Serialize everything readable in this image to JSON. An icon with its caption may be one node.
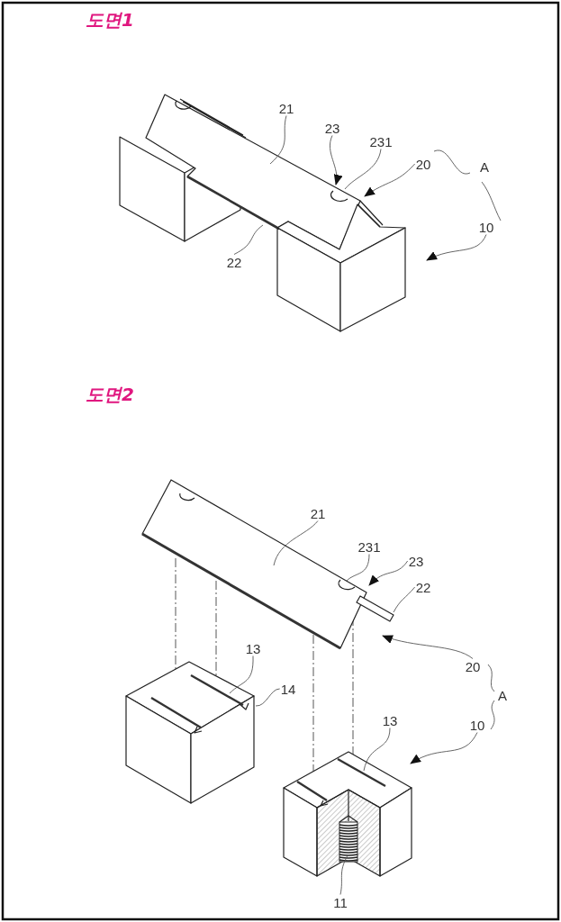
{
  "diagram": {
    "nodes": [
      {
        "text": [
          "21"
        ]
      },
      {
        "text": [
          "23"
        ]
      },
      {
        "text": [
          "231"
        ]
      },
      {
        "text": [
          "20"
        ]
      },
      {
        "text": [
          "10"
        ]
      },
      {
        "text": [
          "22"
        ]
      },
      {
        "text": [
          "21"
        ]
      },
      {
        "text": [
          "231"
        ]
      },
      {
        "text": [
          "23"
        ]
      },
      {
        "text": [
          "22"
        ]
      },
      {
        "text": [
          "20"
        ]
      },
      {
        "text": [
          "10"
        ]
      },
      {
        "text": [
          "13"
        ]
      },
      {
        "text": [
          "14"
        ]
      },
      {
        "text": [
          "13"
        ]
      },
      {
        "text": [
          "11"
        ]
      }
    ],
    "edges": [
      {
        "from": 0,
        "to": null,
        "arrow": "none"
      },
      {
        "from": 1,
        "to": null,
        "arrow": "to"
      },
      {
        "from": 2,
        "to": null,
        "arrow": "none"
      },
      {
        "from": 3,
        "to": null,
        "arrow": "to"
      },
      {
        "from": 4,
        "to": null,
        "arrow": "to"
      },
      {
        "from": 5,
        "to": null,
        "arrow": "none"
      },
      {
        "from": 6,
        "to": null,
        "arrow": "none"
      },
      {
        "from": 7,
        "to": null,
        "arrow": "none"
      },
      {
        "from": 8,
        "to": null,
        "arrow": "to"
      },
      {
        "from": 9,
        "to": null,
        "arrow": "none"
      },
      {
        "from": 10,
        "to": null,
        "arrow": "to"
      },
      {
        "from": 11,
        "to": null,
        "arrow": "to"
      },
      {
        "from": 12,
        "to": null,
        "arrow": "none"
      },
      {
        "from": 13,
        "to": null,
        "arrow": "none"
      },
      {
        "from": 14,
        "to": null,
        "arrow": "none"
      },
      {
        "from": 15,
        "to": null,
        "arrow": "none"
      }
    ],
    "labels": [
      "도면1",
      "A",
      "도면2",
      "A"
    ]
  }
}
